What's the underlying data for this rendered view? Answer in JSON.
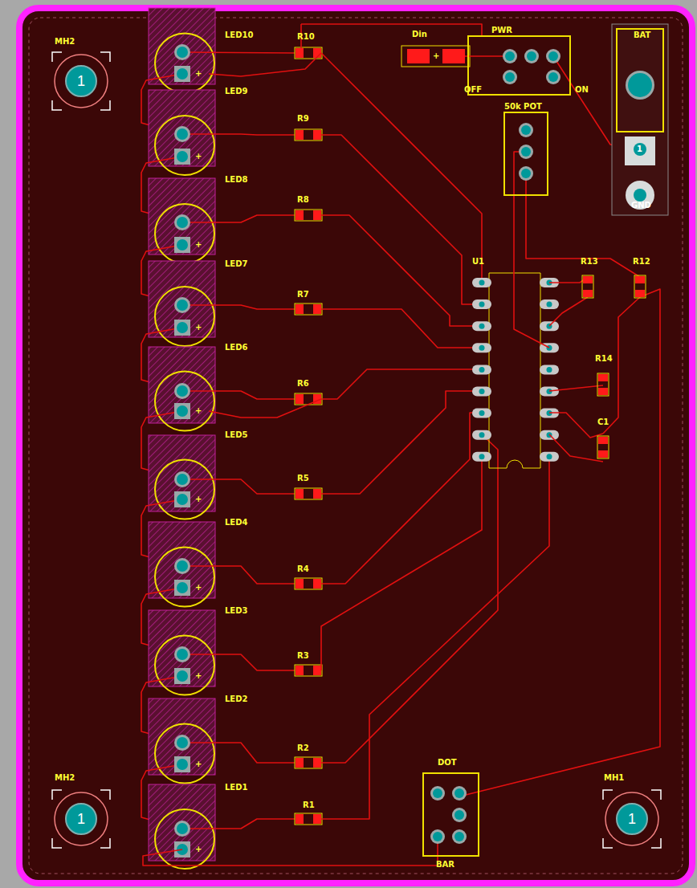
{
  "diagram": {
    "nodes": [
      {
        "text": [
          "1"
        ]
      },
      {
        "text": [
          "1"
        ]
      },
      {
        "text": [
          "1"
        ]
      }
    ],
    "labels": [
      "MH2",
      "LED10",
      "R10",
      "Din",
      "+",
      "PWR",
      "BAT",
      "OFF",
      "ON",
      "LED9",
      "R9",
      "50k POT",
      "1",
      "GND",
      "LED8",
      "R8",
      "LED7",
      "U1",
      "R13",
      "R12",
      "R7",
      "LED6",
      "R14",
      "R6",
      "C1",
      "LED5",
      "R5",
      "LED4",
      "R4",
      "LED3",
      "R3",
      "LED2",
      "R2",
      "LED1",
      "MH2",
      "R1",
      "DOT",
      "MH1",
      "BAR",
      "+",
      "+",
      "+",
      "+",
      "+",
      "+",
      "+",
      "+",
      "+",
      "+"
    ]
  }
}
